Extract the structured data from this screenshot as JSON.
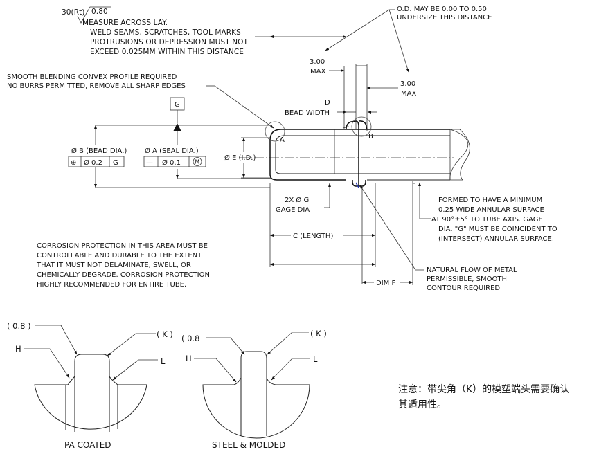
{
  "finish": {
    "roughness_prefix": "30(Rt)",
    "roughness_value": "0.80",
    "lines": [
      "MEASURE ACROSS LAY.",
      "WELD SEAMS, SCRATCHES, TOOL MARKS",
      "PROTRUSIONS OR DEPRESSION MUST NOT",
      "EXCEED 0.025MM WITHIN THIS DISTANCE"
    ]
  },
  "od_note": [
    "O.D. MAY BE 0.00 TO 0.50",
    "UNDERSIZE THIS DISTANCE"
  ],
  "blend_note": [
    "SMOOTH BLENDING CONVEX PROFILE REQUIRED",
    "NO BURRS PERMITTED, REMOVE ALL SHARP EDGES"
  ],
  "dims": {
    "max1_value": "3.00",
    "max1_label": "MAX",
    "max2_value": "3.00",
    "max2_label": "MAX",
    "d_letter": "D",
    "bead_width": "BEAD WIDTH",
    "datum": "G",
    "b_label": "Ø B (BEAD DIA.)",
    "b_tol_sym": "⊕",
    "b_tol_val": "Ø 0.2",
    "b_tol_ref": "G",
    "a_label": "Ø A (SEAL DIA.)",
    "a_tol_sym": "—",
    "a_tol_val": "Ø 0.1",
    "a_tol_ref": "M",
    "e_label": "Ø E (I.D.)",
    "gage_1": "2X Ø G",
    "gage_2": "GAGE DIA",
    "length": "C (LENGTH)",
    "dim_f": "DIM F",
    "mark_a": "A",
    "mark_b": "B"
  },
  "formed_note": [
    "FORMED TO HAVE A MINIMUM",
    "0.25 WIDE ANNULAR SURFACE",
    "AT 90°±5° TO TUBE AXIS.  GAGE",
    "DIA. \"G\" MUST BE COINCIDENT TO",
    "(INTERSECT) ANNULAR SURFACE."
  ],
  "corrosion_note": [
    "CORROSION PROTECTION IN THIS AREA MUST BE",
    "CONTROLLABLE AND DURABLE TO THE EXTENT",
    "THAT IT MUST NOT DELAMINATE, SWELL, OR",
    "CHEMICALLY DEGRADE.  CORROSION PROTECTION",
    "HIGHLY RECOMMENDED FOR ENTIRE TUBE."
  ],
  "flow_note": [
    "NATURAL FLOW OF METAL",
    "PERMISSIBLE, SMOOTH",
    "CONTOUR REQUIRED"
  ],
  "details": {
    "left": {
      "r": "( 0.8 )",
      "h": "H",
      "k": "( K )",
      "l": "L",
      "caption": "PA COATED"
    },
    "right": {
      "r": "( 0.8",
      "h": "H",
      "k": "( K )",
      "l": "L",
      "caption": "STEEL & MOLDED"
    }
  },
  "cn_note": [
    "注意：带尖角（K）的模塑端头需要确认",
    "其适用性。"
  ]
}
